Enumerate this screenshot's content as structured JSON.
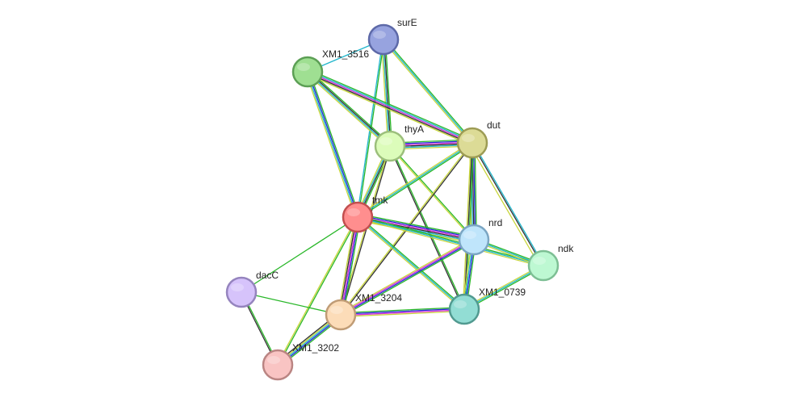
{
  "nodes": [
    {
      "id": "surE",
      "label": "surE",
      "fill": "#97a3df",
      "stroke": "#5d69a8"
    },
    {
      "id": "XM1_3516",
      "label": "XM1_3516",
      "fill": "#9fdf92",
      "stroke": "#5c9f55"
    },
    {
      "id": "thyA",
      "label": "thyA",
      "fill": "#dcfcba",
      "stroke": "#9cbf7c"
    },
    {
      "id": "dut",
      "label": "dut",
      "fill": "#dcdb96",
      "stroke": "#9d9c55"
    },
    {
      "id": "tmk",
      "label": "tmk",
      "fill": "#ff8e8e",
      "stroke": "#c24f4f"
    },
    {
      "id": "nrd",
      "label": "nrd",
      "fill": "#bfe5fb",
      "stroke": "#7ba6c3"
    },
    {
      "id": "ndk",
      "label": "ndk",
      "fill": "#bdf8d2",
      "stroke": "#7dbf94"
    },
    {
      "id": "dacC",
      "label": "dacC",
      "fill": "#d6c3fb",
      "stroke": "#9584be"
    },
    {
      "id": "XM1_3204",
      "label": "XM1_3204",
      "fill": "#fcdcb8",
      "stroke": "#c09c76"
    },
    {
      "id": "XM1_0739",
      "label": "XM1_0739",
      "fill": "#92ddd4",
      "stroke": "#519a90"
    },
    {
      "id": "XM1_3202",
      "label": "XM1_3202",
      "fill": "#f9c4c3",
      "stroke": "#ba8583"
    }
  ],
  "edge_colors": {
    "green": "#29b729",
    "blue": "#2525d9",
    "cyan": "#22b6cc",
    "yellow": "#c8d63c",
    "black": "#333333",
    "magenta": "#d62fd6",
    "olive": "#9a9a36"
  },
  "edges": [
    {
      "source": "XM1_3516",
      "target": "surE",
      "colors": [
        "cyan"
      ]
    },
    {
      "source": "surE",
      "target": "thyA",
      "colors": [
        "green",
        "black",
        "cyan",
        "yellow"
      ]
    },
    {
      "source": "surE",
      "target": "dut",
      "colors": [
        "green",
        "cyan",
        "yellow"
      ]
    },
    {
      "source": "surE",
      "target": "tmk",
      "colors": [
        "green",
        "cyan"
      ]
    },
    {
      "source": "XM1_3516",
      "target": "thyA",
      "colors": [
        "green",
        "black",
        "cyan",
        "yellow"
      ]
    },
    {
      "source": "XM1_3516",
      "target": "dut",
      "colors": [
        "green",
        "cyan",
        "magenta",
        "black",
        "yellow"
      ]
    },
    {
      "source": "XM1_3516",
      "target": "tmk",
      "colors": [
        "green",
        "blue",
        "cyan",
        "yellow"
      ]
    },
    {
      "source": "thyA",
      "target": "dut",
      "colors": [
        "green",
        "blue",
        "magenta",
        "black",
        "cyan",
        "yellow"
      ]
    },
    {
      "source": "thyA",
      "target": "tmk",
      "colors": [
        "green",
        "black",
        "cyan",
        "yellow"
      ]
    },
    {
      "source": "thyA",
      "target": "nrd",
      "colors": [
        "green",
        "yellow"
      ]
    },
    {
      "source": "thyA",
      "target": "XM1_0739",
      "colors": [
        "green",
        "black"
      ]
    },
    {
      "source": "thyA",
      "target": "XM1_3204",
      "colors": [
        "black",
        "yellow"
      ]
    },
    {
      "source": "dut",
      "target": "tmk",
      "colors": [
        "green",
        "cyan",
        "yellow"
      ]
    },
    {
      "source": "dut",
      "target": "nrd",
      "colors": [
        "green",
        "blue",
        "black",
        "cyan",
        "yellow"
      ]
    },
    {
      "source": "dut",
      "target": "ndk",
      "colors": [
        "cyan",
        "black"
      ]
    },
    {
      "source": "dut",
      "target": "ndk",
      "colors": [
        "yellow"
      ]
    },
    {
      "source": "dut",
      "target": "XM1_0739",
      "colors": [
        "green",
        "black",
        "yellow"
      ]
    },
    {
      "source": "dut",
      "target": "XM1_3204",
      "colors": [
        "black",
        "yellow"
      ]
    },
    {
      "source": "tmk",
      "target": "nrd",
      "colors": [
        "green",
        "blue",
        "magenta",
        "black",
        "cyan",
        "yellow"
      ]
    },
    {
      "source": "tmk",
      "target": "ndk",
      "colors": [
        "green",
        "cyan",
        "yellow"
      ]
    },
    {
      "source": "tmk",
      "target": "XM1_0739",
      "colors": [
        "green",
        "cyan",
        "yellow"
      ]
    },
    {
      "source": "tmk",
      "target": "XM1_3204",
      "colors": [
        "green",
        "blue",
        "magenta",
        "black",
        "yellow"
      ]
    },
    {
      "source": "tmk",
      "target": "XM1_3202",
      "colors": [
        "green",
        "yellow"
      ]
    },
    {
      "source": "tmk",
      "target": "dacC",
      "colors": [
        "green"
      ]
    },
    {
      "source": "nrd",
      "target": "ndk",
      "colors": [
        "green",
        "cyan",
        "yellow"
      ]
    },
    {
      "source": "nrd",
      "target": "XM1_0739",
      "colors": [
        "green",
        "blue",
        "cyan",
        "yellow"
      ]
    },
    {
      "source": "nrd",
      "target": "XM1_3204",
      "colors": [
        "green",
        "blue",
        "magenta",
        "yellow"
      ]
    },
    {
      "source": "ndk",
      "target": "XM1_0739",
      "colors": [
        "green",
        "cyan",
        "yellow"
      ]
    },
    {
      "source": "XM1_3204",
      "target": "XM1_0739",
      "colors": [
        "green",
        "blue",
        "magenta",
        "yellow"
      ]
    },
    {
      "source": "XM1_3204",
      "target": "XM1_3202",
      "colors": [
        "green",
        "blue",
        "cyan",
        "yellow",
        "black"
      ]
    },
    {
      "source": "XM1_3204",
      "target": "dacC",
      "colors": [
        "green"
      ]
    },
    {
      "source": "dacC",
      "target": "XM1_3202",
      "colors": [
        "green",
        "black"
      ]
    }
  ]
}
